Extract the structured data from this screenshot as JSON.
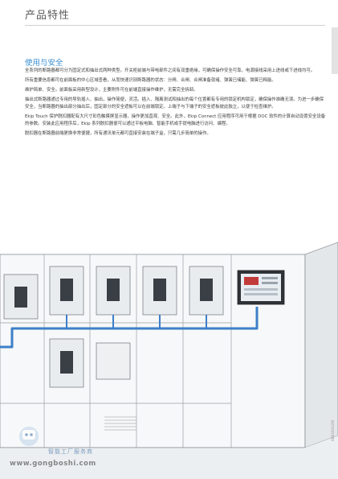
{
  "header": {
    "title": "产品特性"
  },
  "section": {
    "heading": "使用与安全",
    "paragraphs": [
      "全系列的断路器都可分为固定式和抽出式两种类型。开关柜前端与带电部件之间有双重绝缘，可确保操作安全可靠。电源接线采用上进线或下进线均可。",
      "所有重要信息都可在前面板的中心区域查看，从而快速识别断路器的状态：分闸、合闸、合闸准备就绪、弹簧已储能、弹簧已释能。",
      "维护简单、安全。前面板采用新型设计，主要附件可在前端直接操作维护，无需完全拆卸。",
      "抽出式断路器通过专用的导轨插入、抽出，操作简便，灵活。插入、隔离测试和抽出的每个位置都有专用的锁定机构锁定，确保操作准确无误。为进一步确保安全，当断路器的抽出部分抽出后，固定部分的安全遮板可以在前端锁定。上端子与下端子的安全遮板彼此独立，以便于检查维护。",
      "Ekip Touch 保护脱扣器配有大尺寸彩色触摸屏显示器，操作更加直观、安全。此外，Ekip Connect 应用程序可用于根据 DOC 软件的计算自动设置安全设备的参数。安装此应用程序后，Ekip 系列脱扣器便可以通过平板电脑、智能手机或手提电脑进行访问、编程。",
      "脱扣器在断路器前端更换非常便捷，所有通讯单元都可直接安装在端子盒，只需几步简单的操作。"
    ]
  },
  "illustration": {
    "credit": "ABB3/001/RV"
  },
  "watermark": {
    "name": "智能工厂服务商",
    "url": "www.gongboshi.com"
  },
  "colors": {
    "accent": "#3a8fd0",
    "cable": "#3d7fc8"
  }
}
